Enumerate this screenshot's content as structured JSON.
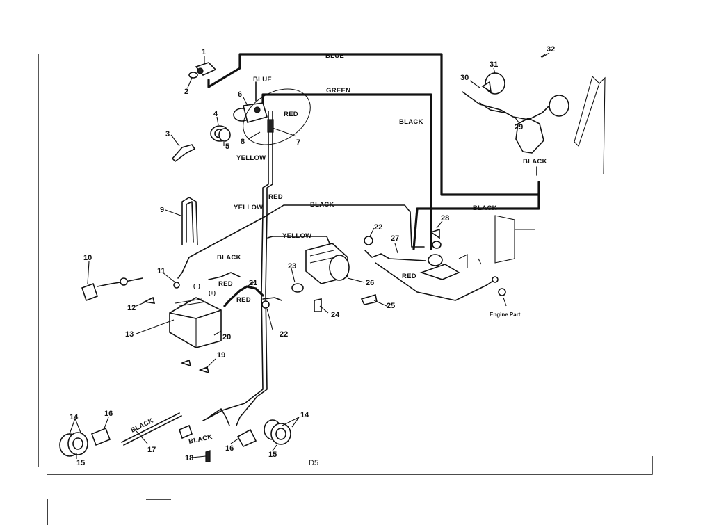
{
  "wire_labels": {
    "blue_top": "BLUE",
    "blue_switch": "BLUE",
    "green": "GREEN",
    "red_switch": "RED",
    "black_right": "BLACK",
    "yellow_switch": "YELLOW",
    "yellow_mid": "YELLOW",
    "red_mid": "RED",
    "black_mid": "BLACK",
    "black_lights": "BLACK",
    "black_long": "BLACK",
    "yellow_solenoid": "YELLOW",
    "black_battery": "BLACK",
    "red_battery_1": "RED",
    "red_battery_2": "RED",
    "red_starter": "RED",
    "black_wire17": "BLACK",
    "black_harness": "BLACK"
  },
  "terminal_labels": {
    "neg": "(–)",
    "pos": "(+)"
  },
  "engine_part": "Engine Part",
  "page_code": "D5",
  "part_numbers": {
    "p1": "1",
    "p2": "2",
    "p3": "3",
    "p4": "4",
    "p5": "5",
    "p6": "6",
    "p7": "7",
    "p8": "8",
    "p9": "9",
    "p10": "10",
    "p11": "11",
    "p12": "12",
    "p13": "13",
    "p14a": "14",
    "p14b": "14",
    "p15a": "15",
    "p15b": "15",
    "p16a": "16",
    "p16b": "16",
    "p17": "17",
    "p18": "18",
    "p19": "19",
    "p20": "20",
    "p21": "21",
    "p22a": "22",
    "p22b": "22",
    "p23": "23",
    "p24": "24",
    "p25": "25",
    "p26": "26",
    "p27": "27",
    "p28": "28",
    "p29": "29",
    "p30": "30",
    "p31": "31",
    "p32": "32"
  }
}
